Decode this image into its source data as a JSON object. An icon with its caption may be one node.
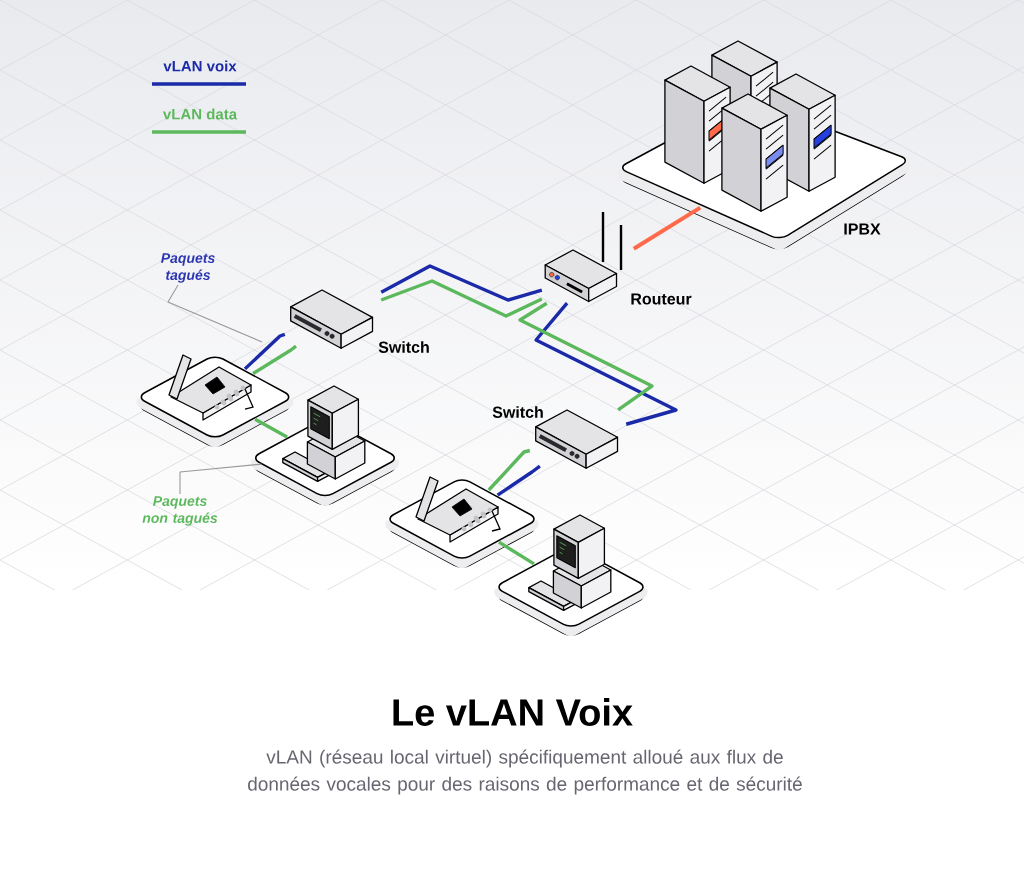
{
  "diagram": {
    "title": "Le vLAN Voix",
    "caption": "vLAN (réseau local virtuel) spécifiquement alloué aux flux de données vocales pour des raisons de performance et de sécurité",
    "nodes": [
      {
        "text": [
          "IPBX"
        ]
      },
      {
        "text": [
          "Routeur"
        ]
      },
      {
        "text": [
          "Switch"
        ]
      },
      {
        "text": [
          "Switch"
        ]
      },
      {
        "text": [],
        "shape": "picture"
      },
      {
        "text": [],
        "shape": "picture"
      },
      {
        "text": [],
        "shape": "picture"
      },
      {
        "text": [],
        "shape": "picture"
      },
      {
        "text": [
          "Paquets tagués"
        ]
      },
      {
        "text": [
          "Paquets non tagués"
        ]
      }
    ],
    "edges": [
      {
        "from": 1,
        "to": 0,
        "arrow": "none",
        "color": "#ff6b4a"
      },
      {
        "from": 2,
        "to": 1,
        "arrow": "none",
        "color": "#1a2aa8"
      },
      {
        "from": 2,
        "to": 1,
        "arrow": "none",
        "color": "#5cb85c"
      },
      {
        "from": 1,
        "to": 3,
        "arrow": "none",
        "color": "#1a2aa8"
      },
      {
        "from": 1,
        "to": 3,
        "arrow": "none",
        "color": "#5cb85c"
      },
      {
        "from": 2,
        "to": 4,
        "arrow": "none",
        "color": "#1a2aa8"
      },
      {
        "from": 2,
        "to": 4,
        "arrow": "none",
        "color": "#5cb85c"
      },
      {
        "from": 4,
        "to": 5,
        "arrow": "none",
        "color": "#5cb85c"
      },
      {
        "from": 3,
        "to": 6,
        "arrow": "none",
        "color": "#1a2aa8"
      },
      {
        "from": 3,
        "to": 6,
        "arrow": "none",
        "color": "#5cb85c"
      },
      {
        "from": 6,
        "to": 7,
        "arrow": "none",
        "color": "#5cb85c"
      },
      {
        "from": 8,
        "to": null,
        "arrow": "none",
        "color": "#9a9a9a"
      },
      {
        "from": 9,
        "to": 5,
        "arrow": "none",
        "color": "#9a9a9a"
      }
    ],
    "legend": [
      {
        "text": "vLAN voix",
        "color": "#1a2aa8"
      },
      {
        "text": "vLAN data",
        "color": "#5cb85c"
      }
    ]
  }
}
